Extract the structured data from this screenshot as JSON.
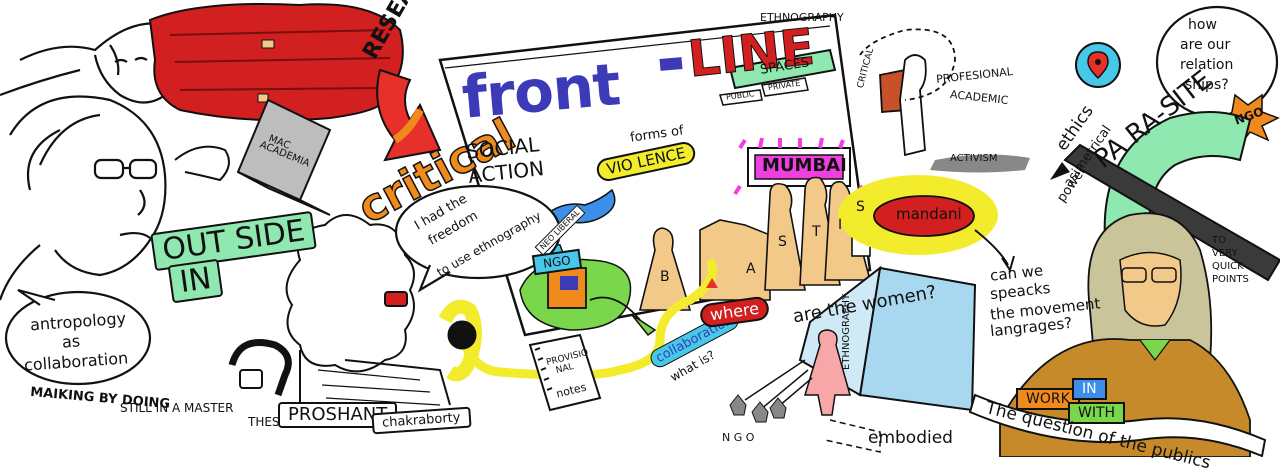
{
  "colors": {
    "red": "#d21f1f",
    "green": "#8ee8b0",
    "yellow": "#f3ec2d",
    "magenta": "#f03fe0",
    "blue": "#3d3ab8",
    "orange": "#f08a1c",
    "cyan": "#47c8e8",
    "skin": "#f3c98a"
  },
  "research": "RESEARCH",
  "critical_big": "critical",
  "front": "front",
  "line": "LINE",
  "ethnography_top": "ETHNOGRAPHY",
  "spaces": "SPACES",
  "public": "PUBLIC",
  "private": "PRIVATE",
  "social_action": {
    "line1": "SOCIAL",
    "line2": "ACTION"
  },
  "forms_of": "forms of",
  "violence": "VIO LENCE",
  "mumbai": "MUMBAI",
  "basti": [
    "B",
    "A",
    "S",
    "T",
    "I",
    "S"
  ],
  "mac_academia": {
    "line1": "MAC",
    "line2": "ACADEMIA"
  },
  "outside": "OUT SIDE",
  "in": "IN",
  "freedom_bubble": {
    "l1": "I had the",
    "l2": "freedom",
    "l3": "to use ethnography"
  },
  "neoliberal": "NEO LIBERAL",
  "ngo_box": "NGO",
  "collaboration": "collaboration",
  "what_is": "what is?",
  "where": "where",
  "are_the_women": "are the women?",
  "mandani": "mandani",
  "movement_languages": {
    "l1": "can we",
    "l2": "speacks",
    "l3": "the movement",
    "l4": "langrages?"
  },
  "provisional_notes": {
    "l1": "PROVISIO",
    "l2": "NAL",
    "l3": "notes"
  },
  "antropology_bubble": {
    "l1": "antropology",
    "l2": "as",
    "l3": "collaboration"
  },
  "making_by_doing": "MAIKING BY DOING",
  "still_master": {
    "l1": "STILL IN A MASTER",
    "l2": "THESIS"
  },
  "proshant": "PROSHANT",
  "chakraborty": "chakraborty",
  "critical_small": "CRITICAL",
  "profesional": "PROFESIONAL",
  "academic": "ACADEMIC",
  "activism": "ACTIVISM",
  "ethics": {
    "l1": "ethics",
    "l2": "asimetrical",
    "l3": "power"
  },
  "relationships": {
    "l1": "how",
    "l2": "are our",
    "l3": "relation",
    "l4": "ships?"
  },
  "ngo_burst": "NGO",
  "parasite": "PA RA-SITE",
  "quick_points": {
    "l1": "TO",
    "l2": "VERY",
    "l3": "QUICK",
    "l4": "POINTS"
  },
  "work": "WORK",
  "in_tag": "IN",
  "with_tag": "WITH",
  "question_publics": "The question of the publics",
  "ngo_bottom": "N G O",
  "ethnography_vertical": "ETHNOGRAPHY",
  "embodied": "embodied"
}
